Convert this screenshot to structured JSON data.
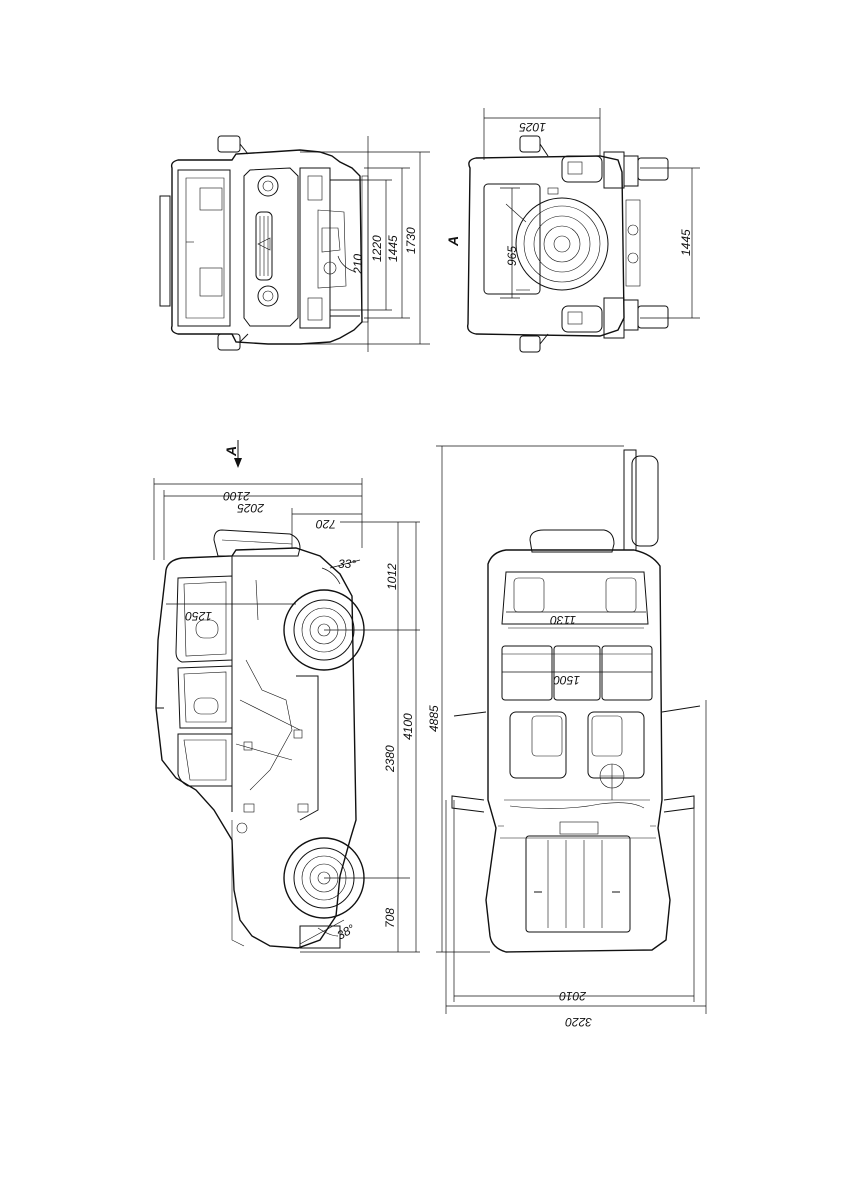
{
  "view_label": "A",
  "front_view": {
    "dimensions": [
      "1220",
      "1445",
      "1730",
      "210"
    ]
  },
  "rear_view": {
    "dimensions": [
      "1025",
      "965",
      "1445"
    ]
  },
  "side_view": {
    "dimensions": [
      "2100",
      "2025",
      "720",
      "33°",
      "1012",
      "1250",
      "4100",
      "2380",
      "708",
      "38°"
    ]
  },
  "top_view": {
    "dimensions": [
      "4885",
      "1130",
      "1500",
      "2010",
      "3220"
    ]
  }
}
